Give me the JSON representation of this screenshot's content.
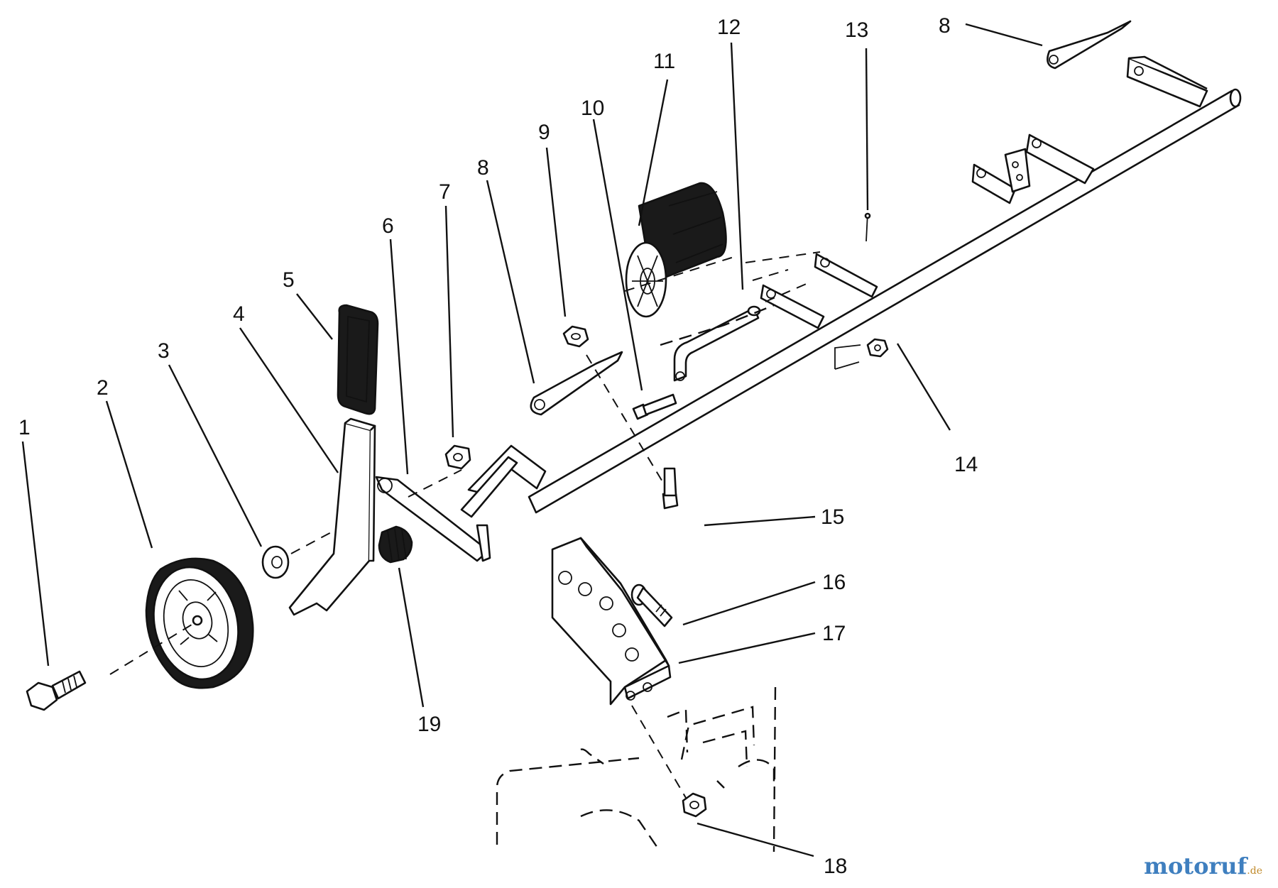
{
  "diagram": {
    "callouts": [
      {
        "id": "c1",
        "label": "1"
      },
      {
        "id": "c2",
        "label": "2"
      },
      {
        "id": "c3",
        "label": "3"
      },
      {
        "id": "c4",
        "label": "4"
      },
      {
        "id": "c5",
        "label": "5"
      },
      {
        "id": "c6",
        "label": "6"
      },
      {
        "id": "c7",
        "label": "7"
      },
      {
        "id": "c8a",
        "label": "8"
      },
      {
        "id": "c8b",
        "label": "8"
      },
      {
        "id": "c9",
        "label": "9"
      },
      {
        "id": "c10",
        "label": "10"
      },
      {
        "id": "c11",
        "label": "11"
      },
      {
        "id": "c12",
        "label": "12"
      },
      {
        "id": "c13",
        "label": "13"
      },
      {
        "id": "c14",
        "label": "14"
      },
      {
        "id": "c15",
        "label": "15"
      },
      {
        "id": "c16",
        "label": "16"
      },
      {
        "id": "c17",
        "label": "17"
      },
      {
        "id": "c18",
        "label": "18"
      },
      {
        "id": "c19",
        "label": "19"
      }
    ]
  },
  "watermark": {
    "brand": "motoruf",
    "suffix": ".de"
  },
  "colors": {
    "ink": "#111111",
    "paper": "#ffffff",
    "watermark": "#3f7fbf"
  }
}
